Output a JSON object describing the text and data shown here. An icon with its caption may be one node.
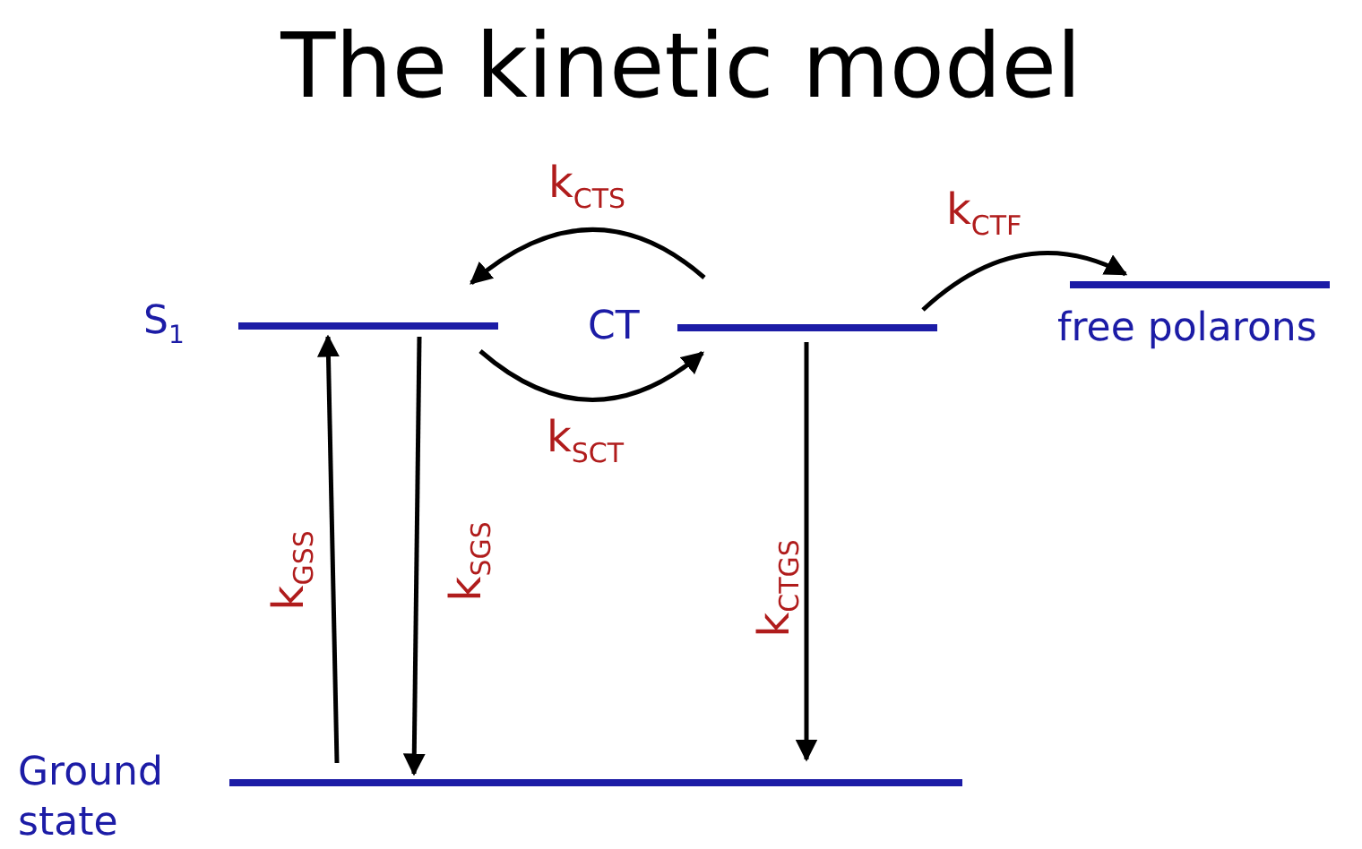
{
  "diagram": {
    "title": "The kinetic model",
    "nodes": [
      {
        "text": [
          "S$_{1}$"
        ]
      },
      {
        "text": [
          "CT"
        ]
      },
      {
        "text": [
          "free polarons"
        ]
      },
      {
        "text": [
          "Ground state"
        ]
      }
    ],
    "edges": [
      {
        "from": 1,
        "to": 0,
        "arrow": "to",
        "label": "k$_{CTS}$"
      },
      {
        "from": 0,
        "to": 1,
        "arrow": "to",
        "label": "k$_{SCT}$"
      },
      {
        "from": 1,
        "to": 2,
        "arrow": "to",
        "label": "k$_{CTF}$"
      },
      {
        "from": 3,
        "to": 0,
        "arrow": "to",
        "label": "k$_{GSS}$"
      },
      {
        "from": 0,
        "to": 3,
        "arrow": "to",
        "label": "k$_{SGS}$"
      },
      {
        "from": 1,
        "to": 3,
        "arrow": "to",
        "label": "k$_{CTGS}$"
      }
    ]
  }
}
